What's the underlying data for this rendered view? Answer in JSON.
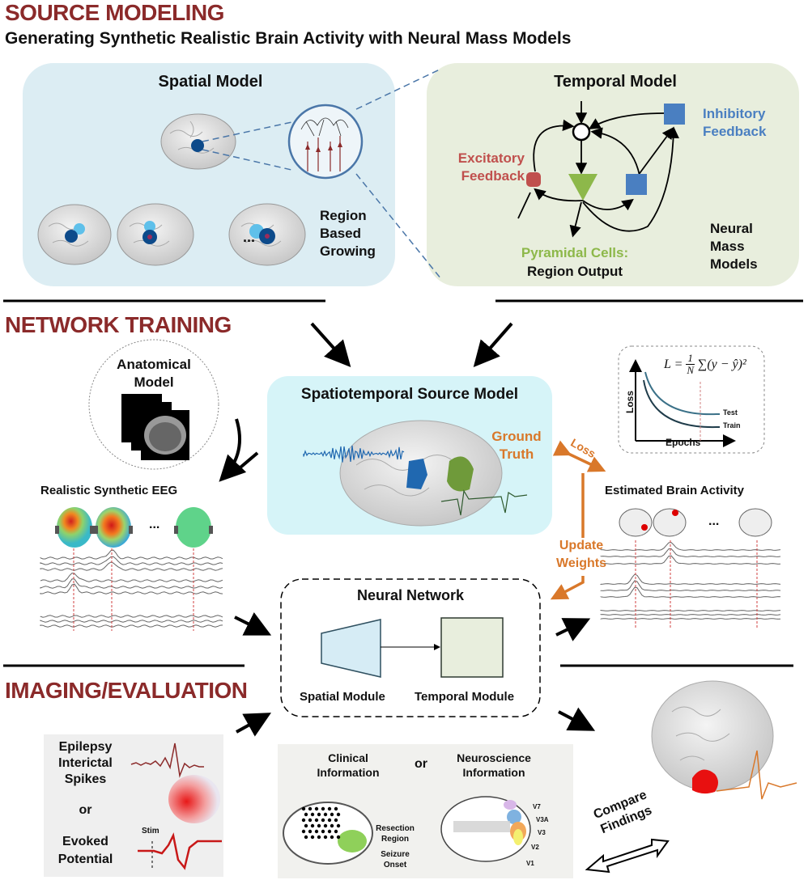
{
  "sections": {
    "source_modeling": "SOURCE MODELING",
    "subtitle": "Generating Synthetic Realistic Brain Activity with Neural Mass Models",
    "network_training": "NETWORK TRAINING",
    "imaging_evaluation": "IMAGING/EVALUATION"
  },
  "spatial_model": {
    "title": "Spatial Model",
    "ellipsis": "...",
    "growing_label": [
      "Region",
      "Based",
      "Growing"
    ]
  },
  "temporal_model": {
    "title": "Temporal Model",
    "inhibitory": [
      "Inhibitory",
      "Feedback"
    ],
    "excitatory": [
      "Excitatory",
      "Feedback"
    ],
    "pyramidal": "Pyramidal Cells:",
    "region_output": "Region Output",
    "nmm": [
      "Neural",
      "Mass",
      "Models"
    ]
  },
  "anatomical_model": [
    "Anatomical",
    "Model"
  ],
  "spatiotemporal": {
    "title": "Spatiotemporal Source Model",
    "ground_truth": [
      "Ground",
      "Truth"
    ]
  },
  "loss_box": {
    "formula": "L = 1/N Σ(y − ŷ)²",
    "formula_L": "L =",
    "formula_num": "1",
    "formula_den": "N",
    "formula_sum": "∑(y − ŷ)²",
    "ylabel": "Loss",
    "xlabel": "Epochs",
    "test": "Test",
    "train": "Train"
  },
  "feedback": {
    "loss": "Loss",
    "update": [
      "Update",
      "Weights"
    ]
  },
  "synthetic_eeg": {
    "title": "Realistic Synthetic EEG",
    "ellipsis": "..."
  },
  "estimated": {
    "title": "Estimated Brain Activity",
    "ellipsis": "..."
  },
  "neural_network": {
    "title": "Neural Network",
    "spatial_module": "Spatial Module",
    "temporal_module": "Temporal Module"
  },
  "evaluation": {
    "left": [
      "Epilepsy",
      "Interictal",
      "Spikes"
    ],
    "or": "or",
    "evoked": [
      "Evoked",
      "Potential"
    ],
    "stim": "Stim",
    "clinical": [
      "Clinical",
      "Information"
    ],
    "or2": "or",
    "neuro": [
      "Neuroscience",
      "Information"
    ],
    "resection": [
      "Resection",
      "Region"
    ],
    "seizure": [
      "Seizure",
      "Onset"
    ],
    "visual_areas": [
      "V7",
      "V3A",
      "V3",
      "V2",
      "V1"
    ],
    "compare": [
      "Compare",
      "Findings"
    ]
  },
  "colors": {
    "section_red": "#8b2a2a",
    "spatial_bg": "#dcedf3",
    "temporal_bg": "#e8eedd",
    "spatiotemporal_bg": "#d6f4f8",
    "orange": "#d9782a",
    "inhibitory_blue": "#4a7fc1",
    "excitatory_red": "#c0504d",
    "pyramidal_green": "#8db84a"
  }
}
